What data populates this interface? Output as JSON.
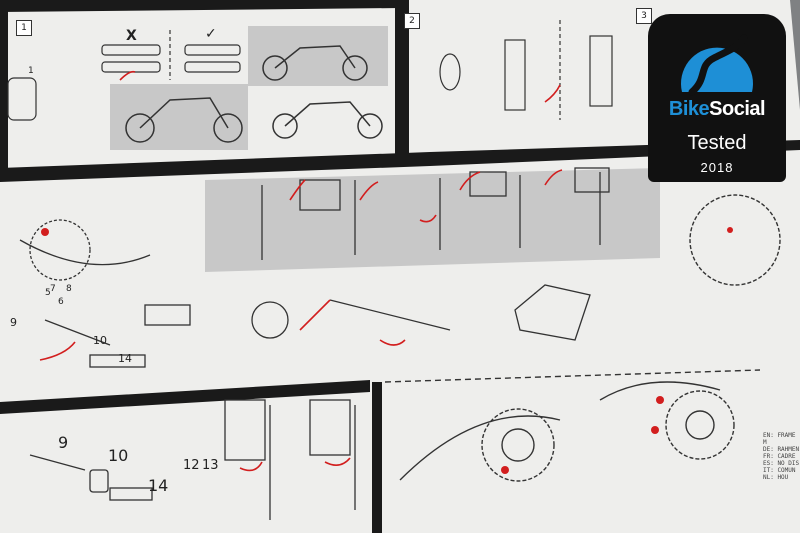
{
  "badge": {
    "brand_part1": "Bike",
    "brand_part2": "Social",
    "status": "Tested",
    "year": "2018",
    "logo_icon": "road-icon",
    "accent_color": "#1e8fd6"
  },
  "sheet": {
    "panel_numbers": [
      "1",
      "2",
      "3"
    ],
    "part_numbers": [
      "1",
      "5",
      "6",
      "7",
      "8",
      "9",
      "10",
      "14",
      "9",
      "10",
      "12",
      "13",
      "14"
    ],
    "side_text_lines": [
      "EN: FRAME M",
      "DE: RAHMEN",
      "FR: CADRE",
      "ES: NO DIS",
      "IT: COMUN",
      "NL: HOU"
    ],
    "mark_right": "X",
    "mark_wrong": "✓",
    "highlight_color": "#d21e1e",
    "shade_color": "#c8c8c8"
  }
}
